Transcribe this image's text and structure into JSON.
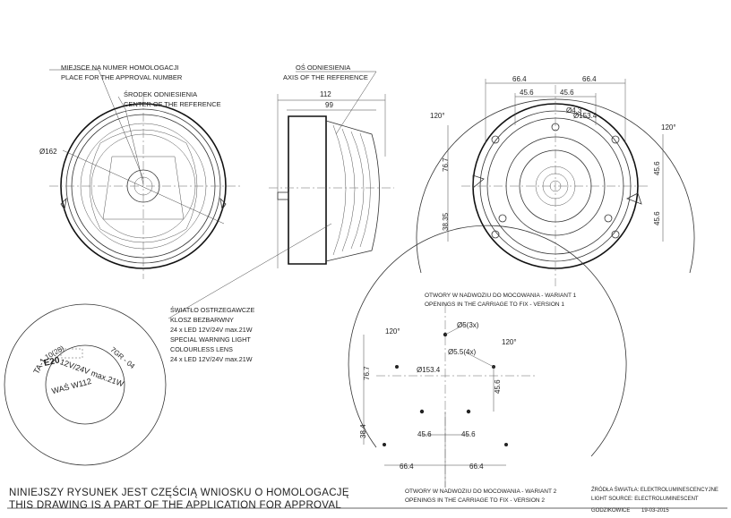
{
  "title_block": {
    "pl": "NINIEJSZY RYSUNEK JEST CZĘŚCIĄ WNIOSKU O  HOMOLOGACJĘ",
    "en": "THIS DRAWING IS A PART OF THE APPLICATION FOR  APPROVAL",
    "light_source_pl": "ŹRÓDŁA ŚWIATŁA: ELEKTROLUMINESCENCYJNE",
    "light_source_en": "LIGHT SOURCE: ELECTROLUMINESCENT",
    "place": "GODZIKOWICE",
    "date": "19-03-2015"
  },
  "front_view": {
    "note1_pl": "MIEJSCE NA NUMER HOMOLOGACJI",
    "note1_en": "PLACE FOR THE APPROVAL NUMBER",
    "note2_pl": "ŚRODEK ODNIESIENIA",
    "note2_en": "CENTER OF THE REFERENCE",
    "diameter": "Ø162"
  },
  "side_view": {
    "axis_pl": "OŚ ODNIESIENIA",
    "axis_en": "AXIS OF THE REFERENCE",
    "dim_total": "112",
    "dim_body": "99"
  },
  "lamp_note": {
    "l1": "ŚWIATŁO OSTRZEGAWCZE",
    "l2": "KLOSZ BEZBARWNY",
    "l3": "24 x LED    12V/24V  max.21W",
    "l4": "SPECIAL WARNING LIGHT",
    "l5": "COLOURLESS LENS",
    "l6": "24 x LED    12V/24V  max.21W"
  },
  "marking": {
    "line1": "12V/24V  max.21W",
    "line2": "WAŚ W112",
    "line3": "TA-1",
    "line4": "7GR - 04",
    "e_mark": "E20",
    "code": "10(28)"
  },
  "back_view": {
    "dim_66_left": "66.4",
    "dim_66_right": "66.4",
    "dim_45_left": "45.6",
    "dim_45_right": "45.6",
    "hole": "Ø4.3",
    "pcd": "Ø153.4",
    "angle_left": "120°",
    "angle_right": "120°",
    "dim_76": "76.7",
    "dim_38": "38.35",
    "dim_45v_top": "45.6",
    "dim_45v_bot": "45.6"
  },
  "mount_pattern": {
    "v1_pl": "OTWORY W NADWOZIU DO MOCOWANIA - WARIANT 1",
    "v1_en": "OPENINGS IN THE CARRIAGE TO FIX - VERSION 1",
    "v2_pl": "OTWORY W NADWOZIU DO MOCOWANIA - WARIANT 2",
    "v2_en": "OPENINGS IN THE CARRIAGE TO FIX - VERSION 2",
    "hole3": "Ø5(3x)",
    "hole4": "Ø5.5(4x)",
    "pcd": "Ø153.4",
    "angle_left": "120°",
    "angle_right": "120°",
    "dim_76": "76.7",
    "dim_38": "38.4",
    "dim_45v": "45.6",
    "dim_45h_left": "45.6",
    "dim_45h_right": "45.6",
    "dim_66_left": "66.4",
    "dim_66_right": "66.4"
  }
}
